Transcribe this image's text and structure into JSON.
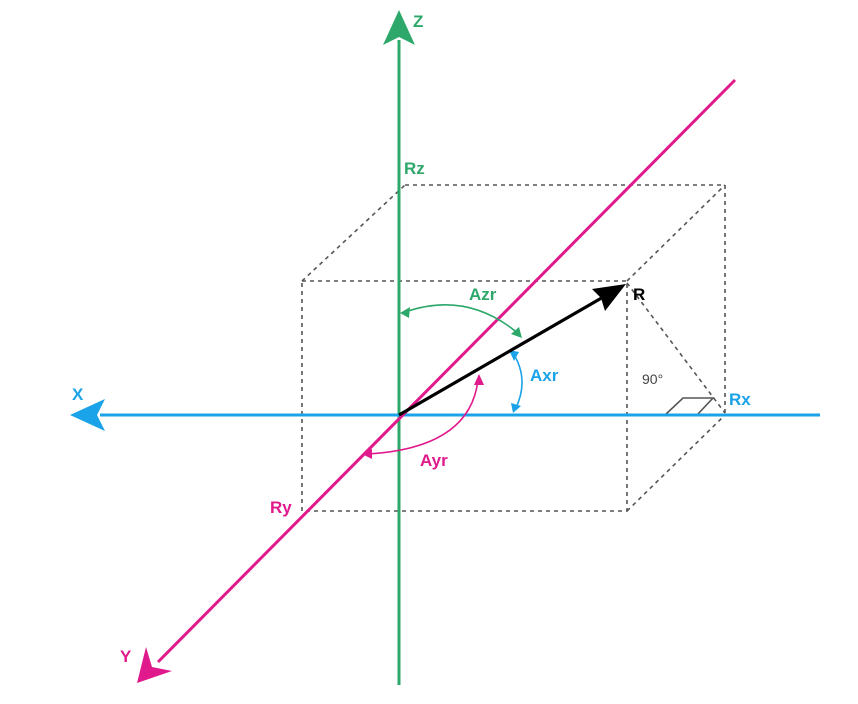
{
  "diagram": {
    "axes": {
      "x": {
        "label": "X",
        "color": "#1aa3e8"
      },
      "y": {
        "label": "Y",
        "color": "#e0198c"
      },
      "z": {
        "label": "Z",
        "color": "#2ea86a"
      }
    },
    "vector": {
      "label": "R",
      "color": "#000000"
    },
    "components": {
      "rx": "Rx",
      "ry": "Ry",
      "rz": "Rz"
    },
    "angles": {
      "azr": "Azr",
      "axr": "Axr",
      "ayr": "Ayr"
    },
    "right_angle": "90°",
    "box_color": "#555555"
  }
}
